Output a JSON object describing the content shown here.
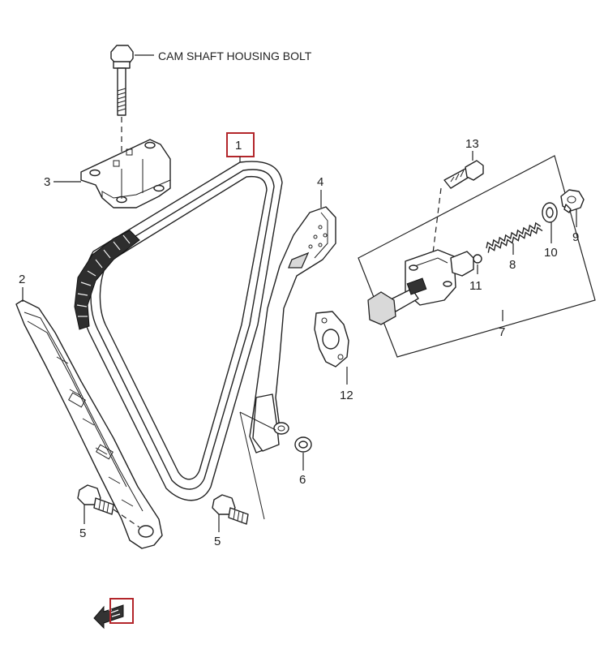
{
  "callout_text": "CAM SHAFT HOUSING BOLT",
  "parts": {
    "p1": "1",
    "p2": "2",
    "p3": "3",
    "p4": "4",
    "p5a": "5",
    "p5b": "5",
    "p6": "6",
    "p7": "7",
    "p8": "8",
    "p9": "9",
    "p10": "10",
    "p11": "11",
    "p12": "12",
    "p13": "13"
  },
  "highlights": {
    "color": "#b3262b",
    "boxes": [
      "part-1-label",
      "front-arrow-icon"
    ]
  },
  "icons": {
    "front_arrow": "front-arrow-icon",
    "bolt": "bolt-icon"
  },
  "colors": {
    "line": "#222222",
    "background": "#ffffff"
  }
}
